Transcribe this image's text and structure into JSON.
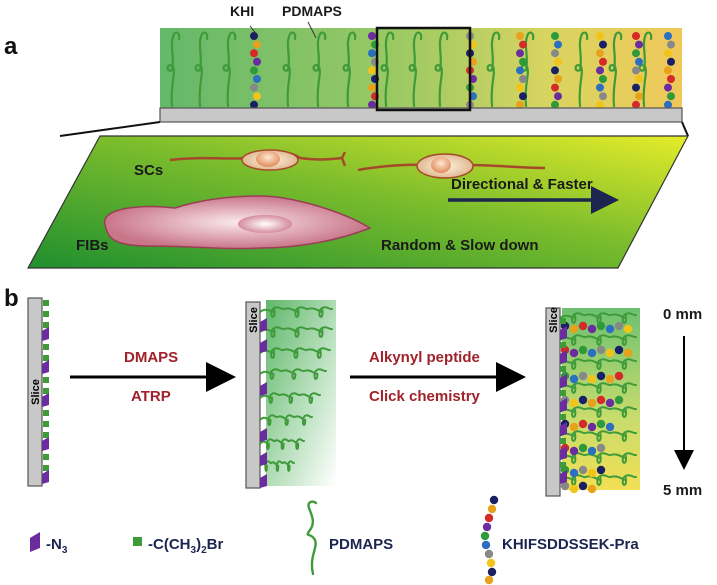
{
  "panel_a": {
    "letter": "a",
    "label_khi": "KHI",
    "label_pdmaps": "PDMAPS",
    "label_scs": "SCs",
    "label_fibs": "FIBs",
    "label_directional": "Directional & Faster",
    "label_random": "Random & Slow down"
  },
  "panel_b": {
    "letter": "b",
    "slice_label": "Slice",
    "step1_top": "DMAPS",
    "step1_bottom": "ATRP",
    "step2_top": "Alkynyl peptide",
    "step2_bottom": "Click chemistry",
    "scale_top": "0 mm",
    "scale_bottom": "5 mm"
  },
  "legend": {
    "azide": "-N",
    "azide_sub": "3",
    "bromide_a": "-C(CH",
    "bromide_sub1": "3",
    "bromide_b": ")",
    "bromide_sub2": "2",
    "bromide_c": "Br",
    "pdmaps": "PDMAPS",
    "peptide": "KHIFSDDSSEK-Pra"
  },
  "colors": {
    "brush_green": "#3f9b3a",
    "azide_purple": "#6a2c9e",
    "arrow_navy": "#1c2450",
    "label_red": "#a0222a",
    "bead_palette": [
      "#1b1f63",
      "#e8a11a",
      "#d42a2a",
      "#6a2c9e",
      "#2f9a3a",
      "#2a6fc0",
      "#888888",
      "#f0c419"
    ]
  }
}
